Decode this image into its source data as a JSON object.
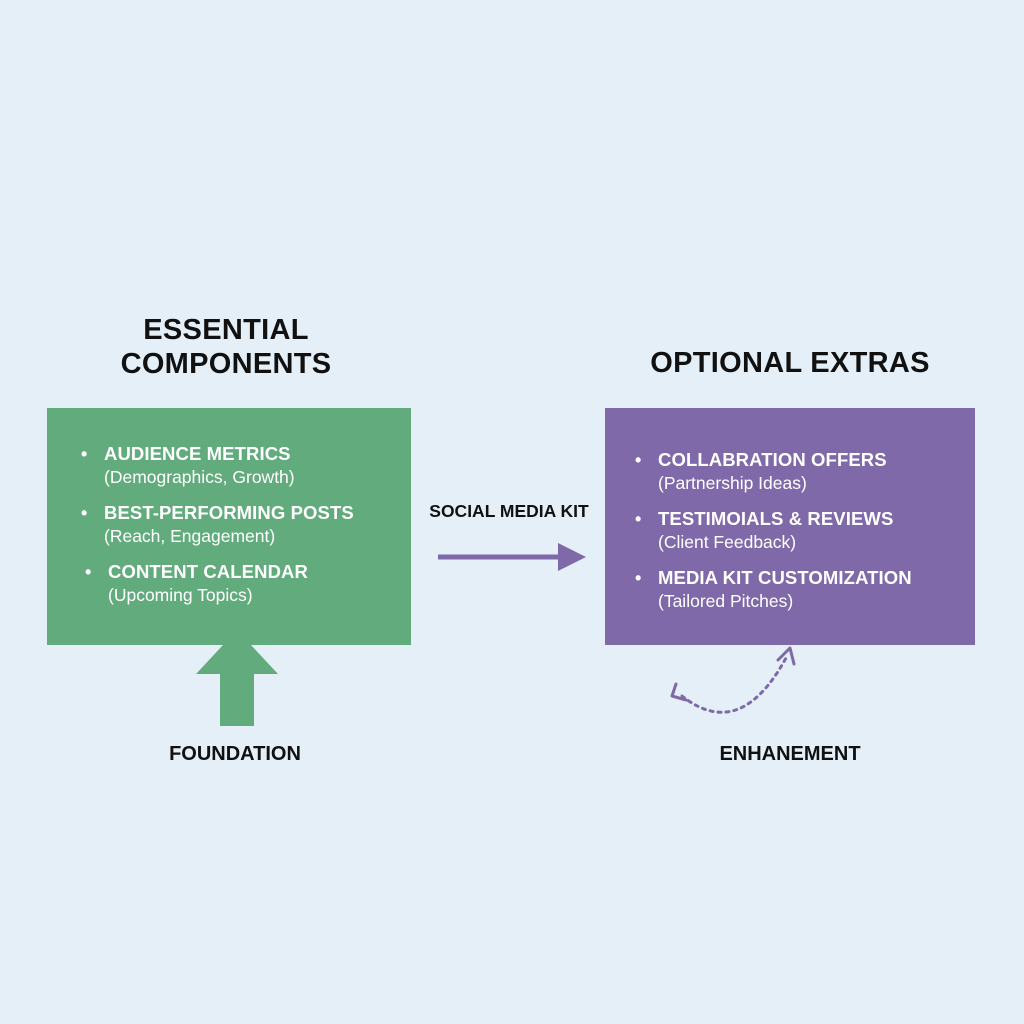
{
  "colors": {
    "background": "#e4eff8",
    "essential_box": "#61ab7c",
    "optional_box": "#7f69a9",
    "connector": "#7f69a9",
    "foundation_arrow": "#61ab7c",
    "text_dark": "#111111",
    "text_light": "#ffffff"
  },
  "essential": {
    "heading_line1": "ESSENTIAL",
    "heading_line2": "COMPONENTS",
    "items": [
      {
        "title": "AUDIENCE METRICS",
        "detail": "(Demographics, Growth)"
      },
      {
        "title": "BEST-PERFORMING POSTS",
        "detail": "(Reach, Engagement)"
      },
      {
        "title": "CONTENT CALENDAR",
        "detail": "(Upcoming Topics)"
      }
    ]
  },
  "optional": {
    "heading": "OPTIONAL EXTRAS",
    "items": [
      {
        "title": "COLLABRATION OFFERS",
        "detail": "(Partnership Ideas)"
      },
      {
        "title": "TESTIMOIALS & REVIEWS",
        "detail": "(Client Feedback)"
      },
      {
        "title": "MEDIA KIT CUSTOMIZATION",
        "detail": "(Tailored Pitches)"
      }
    ]
  },
  "connector_label": "SOCIAL MEDIA KIT",
  "foundation_label": "FOUNDATION",
  "enhancement_label": "ENHANEMENT",
  "bullet_glyph": "•",
  "icons": {
    "connector": "arrow-right-icon",
    "foundation": "arrow-up-icon",
    "enhancement": "dotted-cycle-arrow-icon"
  }
}
